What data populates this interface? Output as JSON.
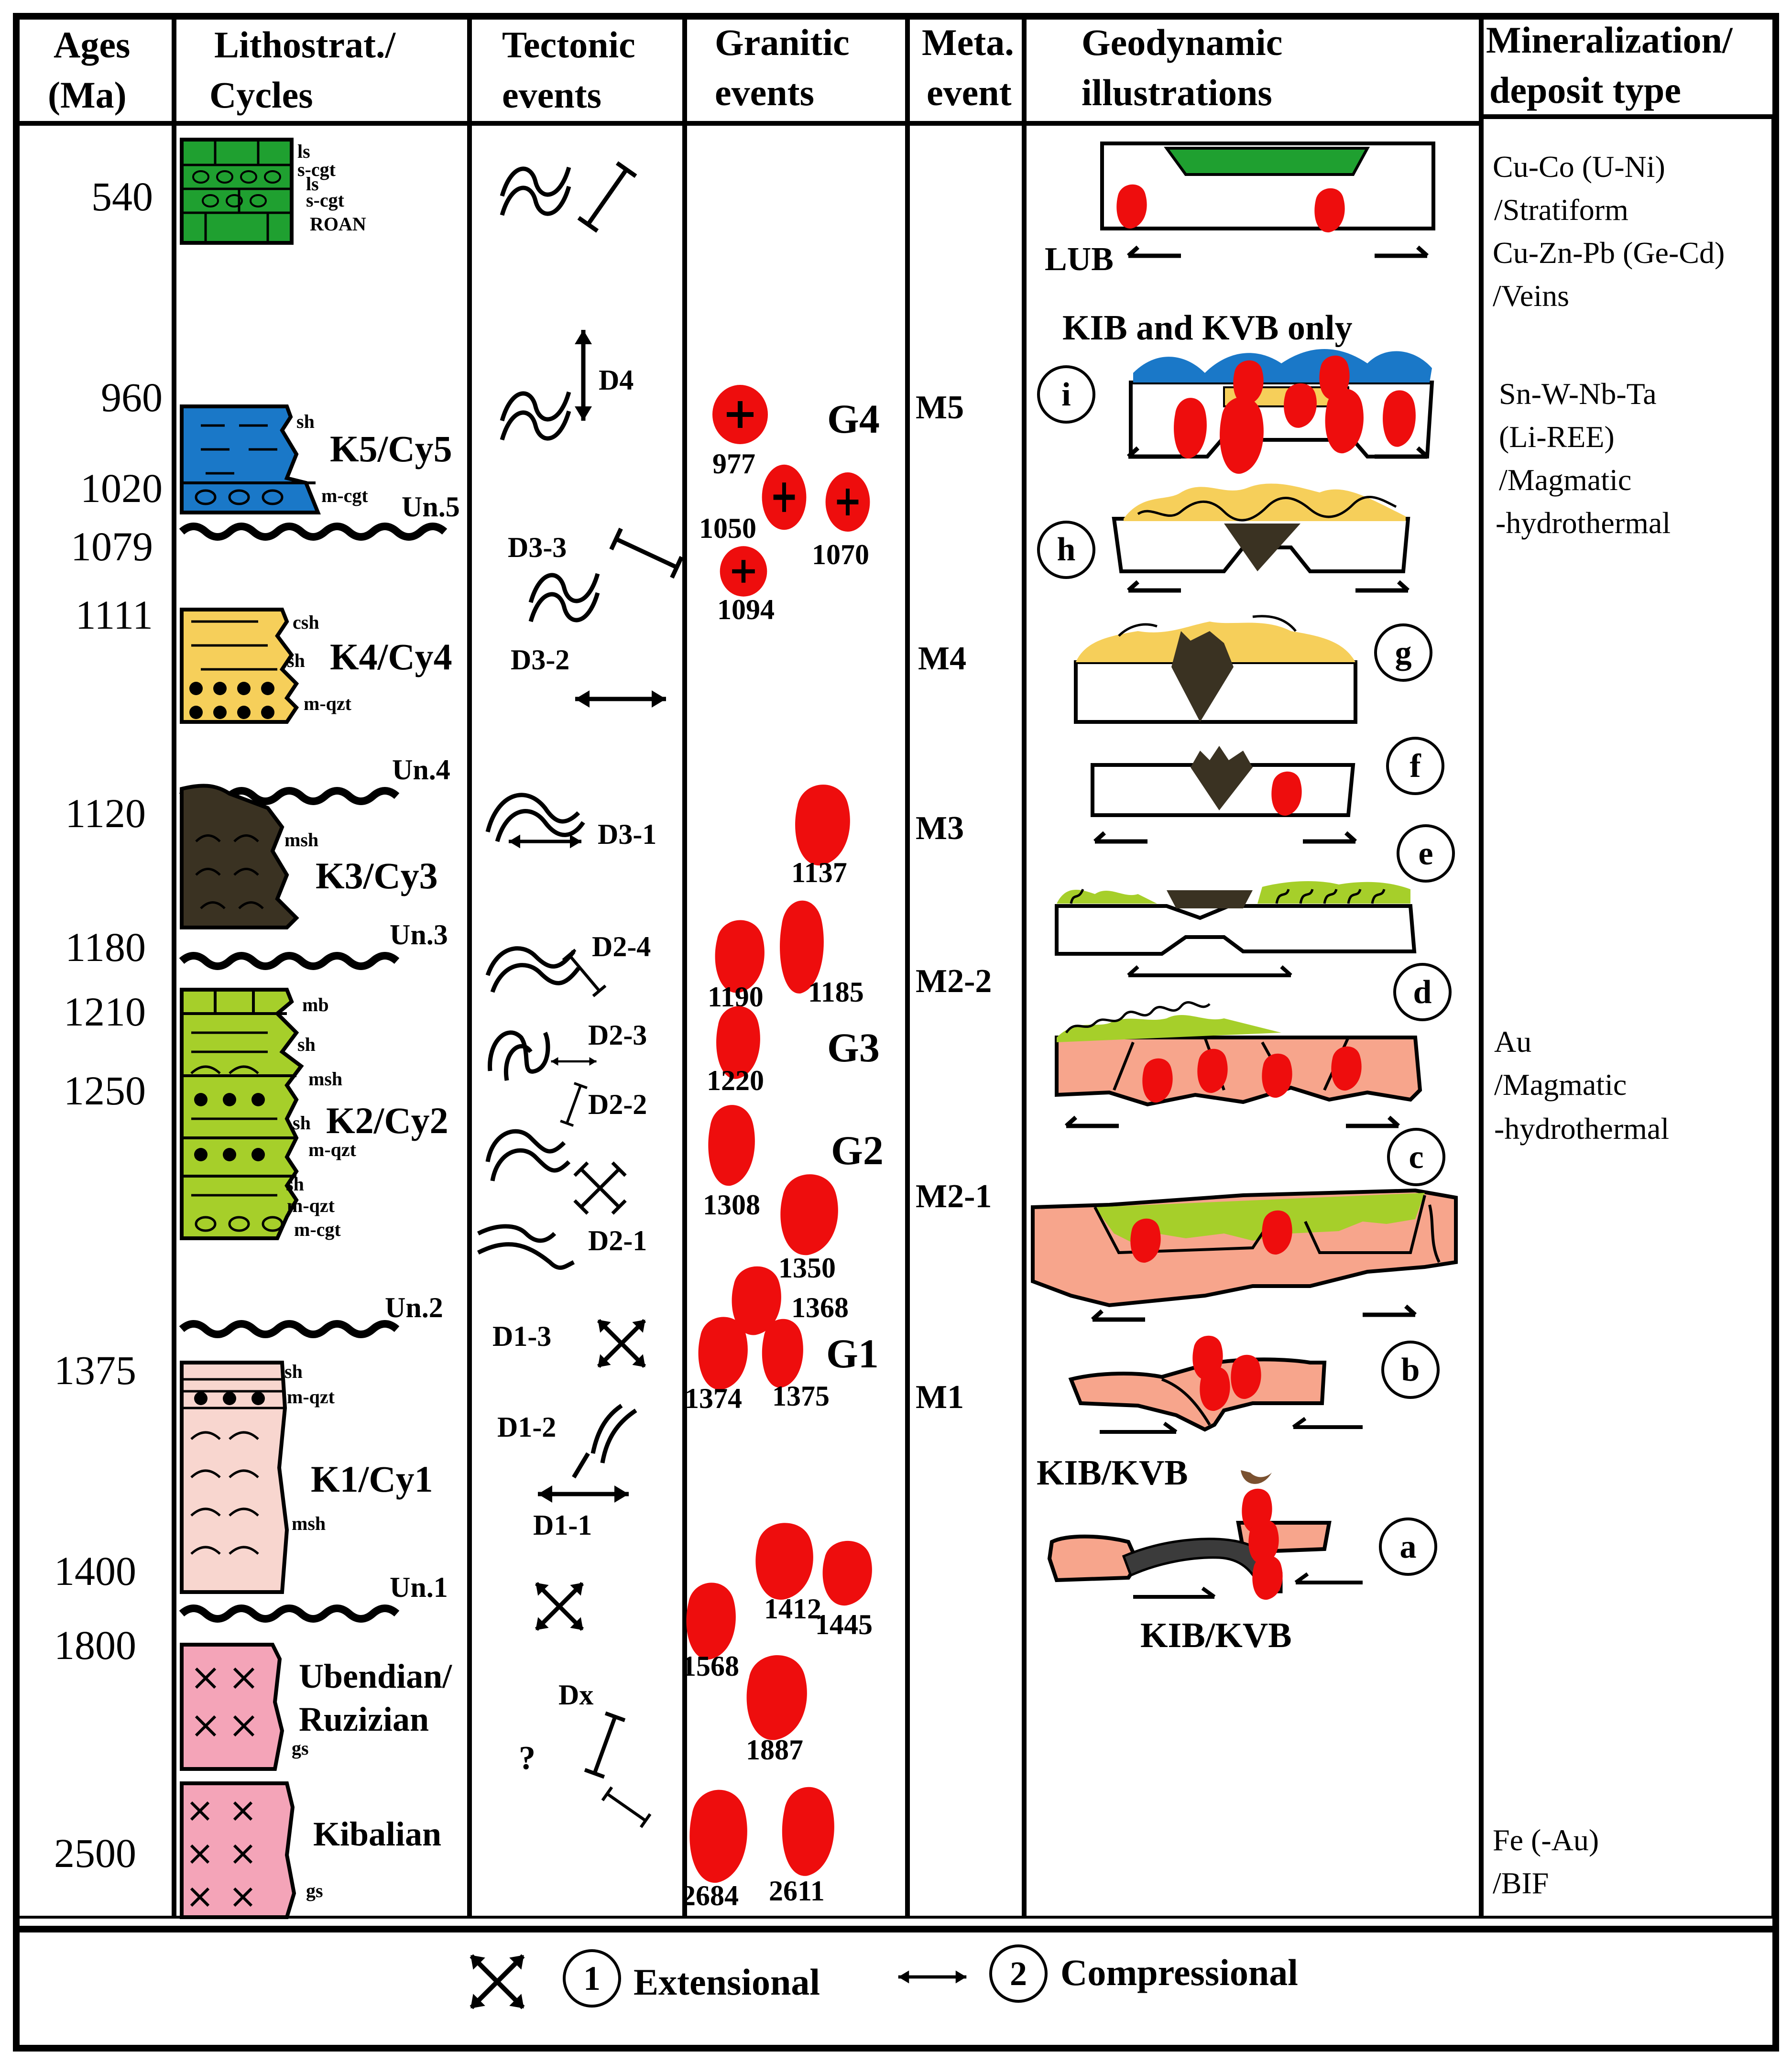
{
  "headers": {
    "ages": [
      "Ages",
      "(Ma)"
    ],
    "litho": [
      "Lithostrat./",
      "Cycles"
    ],
    "tectonic": [
      "Tectonic",
      "events"
    ],
    "granitic": [
      "Granitic",
      "events"
    ],
    "meta": [
      "Meta.",
      "event"
    ],
    "geo": [
      "Geodynamic",
      "illustrations"
    ],
    "mineral": [
      "Mineralization/",
      "deposit type"
    ]
  },
  "ages": [
    "540",
    "960",
    "1020",
    "1079",
    "1111",
    "1120",
    "1180",
    "1210",
    "1250",
    "1375",
    "1400",
    "1800",
    "2500"
  ],
  "litho": {
    "roan_labels": [
      "ls",
      "s-cgt",
      "ls",
      "s-cgt",
      "ROAN"
    ],
    "k5": {
      "name": "K5/Cy5",
      "labels": [
        "sh",
        "m-cgt"
      ]
    },
    "un5": "Un.5",
    "k4": {
      "name": "K4/Cy4",
      "labels": [
        "csh",
        "sh",
        "m-qzt"
      ]
    },
    "un4": "Un.4",
    "k3": {
      "name": "K3/Cy3",
      "labels": [
        "msh"
      ]
    },
    "un3": "Un.3",
    "k2": {
      "name": "K2/Cy2",
      "labels": [
        "mb",
        "sh",
        "msh",
        "sh",
        "m-qzt",
        "sh",
        "m-qzt",
        "m-cgt"
      ]
    },
    "un2": "Un.2",
    "k1": {
      "name": "K1/Cy1",
      "labels": [
        "sh",
        "m-qzt",
        "msh"
      ]
    },
    "un1": "Un.1",
    "ubendian": {
      "name1": "Ubendian/",
      "name2": "Ruzizian",
      "label": "gs"
    },
    "kibalian": {
      "name": "Kibalian",
      "label": "gs"
    }
  },
  "tectonic": [
    "D4",
    "D3-3",
    "D3-2",
    "D3-1",
    "D2-4",
    "D2-3",
    "D2-2",
    "D2-1",
    "D1-3",
    "D1-2",
    "D1-1",
    "Dx",
    "?"
  ],
  "granitic": {
    "groups": [
      "G4",
      "G3",
      "G2",
      "G1"
    ],
    "ages": [
      "977",
      "1050",
      "1070",
      "1094",
      "1137",
      "1190",
      "1185",
      "1220",
      "1308",
      "1350",
      "1368",
      "1374",
      "1375",
      "1412",
      "1445",
      "1568",
      "1887",
      "2684",
      "2611"
    ]
  },
  "meta": [
    "M5",
    "M4",
    "M3",
    "M2-2",
    "M2-1",
    "M1"
  ],
  "geo": {
    "lub": "LUB",
    "kib_kvb_only": "KIB and KVB only",
    "panels": [
      "i",
      "h",
      "g",
      "f",
      "e",
      "d",
      "c",
      "b",
      "a"
    ],
    "kib_kvb": "KIB/KVB"
  },
  "mineral": {
    "block1": [
      "Cu-Co (U-Ni)",
      "/Stratiform",
      "Cu-Zn-Pb (Ge-Cd)",
      "/Veins"
    ],
    "block2": [
      "Sn-W-Nb-Ta",
      "(Li-REE)",
      "/Magmatic",
      "-hydrothermal"
    ],
    "block3": [
      "Au",
      "/Magmatic",
      "-hydrothermal"
    ],
    "block4": [
      "Fe (-Au)",
      "/BIF"
    ]
  },
  "legend": {
    "n1": "1",
    "extensional": "Extensional",
    "n2": "2",
    "compressional": "Compressional"
  },
  "colors": {
    "green": "#1fa030",
    "blue": "#1a78c8",
    "yellow": "#f6cf5a",
    "dark": "#3a3222",
    "lime": "#a6cf2a",
    "pink": "#f8d6cf",
    "magenta": "#f4a4b8",
    "red": "#ee0d0d",
    "salmon": "#f7a58c"
  }
}
